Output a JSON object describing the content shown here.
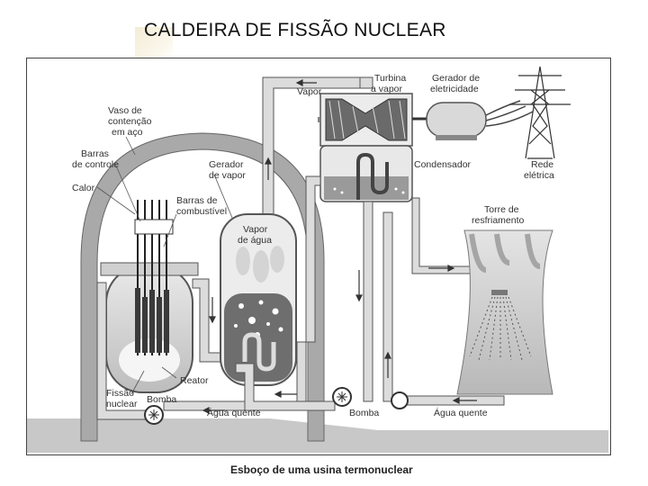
{
  "title": "CALDEIRA DE FISSÃO NUCLEAR",
  "caption": "Esboço de uma usina termonuclear",
  "labels": {
    "vapor_top": "Vapor",
    "turbina": [
      "Turbina",
      "a vapor"
    ],
    "gerador_eletricidade": [
      "Gerador de",
      "eletricidade"
    ],
    "vaso": [
      "Vaso de",
      "contenção",
      "em aço"
    ],
    "barras_controle": [
      "Barras",
      "de controle"
    ],
    "calor": "Calor",
    "gerador_vapor": [
      "Gerador",
      "de vapor"
    ],
    "condensador": "Condensador",
    "rede": [
      "Rede",
      "elétrica"
    ],
    "barras_combustivel": [
      "Barras de",
      "combustível"
    ],
    "vapor_agua": [
      "Vapor",
      "de água"
    ],
    "torre": [
      "Torre de",
      "resfriamento"
    ],
    "reator": "Reator",
    "fissao": [
      "Fissão",
      "nuclear"
    ],
    "bomba_left": "Bomba",
    "agua_quente_left": "Água quente",
    "bomba_mid": "Bomba",
    "agua_quente_right": "Água quente"
  },
  "colors": {
    "containment": "#a9a9a9",
    "ground": "#c8c8c8",
    "pipe_fill": "#dcdcdc",
    "pipe_stroke": "#555555",
    "water": "#6e6e6e",
    "tower": "#cfcfcf"
  }
}
